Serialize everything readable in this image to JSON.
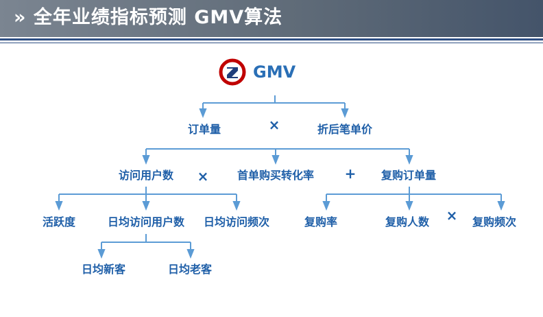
{
  "header": {
    "title": "» 全年业绩指标预测 GMV算法"
  },
  "root": {
    "label": "GMV",
    "logo_icon": "gmv-logo-icon"
  },
  "level1": {
    "left": "订单量",
    "op": "×",
    "right": "折后笔单价"
  },
  "level2": {
    "visitors": "访问用户数",
    "op1": "×",
    "conversion": "首单购买转化率",
    "op2": "+",
    "repeat_orders": "复购订单量"
  },
  "level3": {
    "activity": "活跃度",
    "daily_visitors": "日均访问用户数",
    "daily_visit_freq": "日均访问频次",
    "repeat_rate": "复购率",
    "repeat_buyers": "复购人数",
    "op": "×",
    "repeat_freq": "复购频次"
  },
  "level4": {
    "new_customers": "日均新客",
    "returning_customers": "日均老客"
  },
  "colors": {
    "line": "#5b9bd5",
    "text": "#1f5fa8",
    "logo_red": "#c00000",
    "logo_navy": "#1f3d7a"
  }
}
